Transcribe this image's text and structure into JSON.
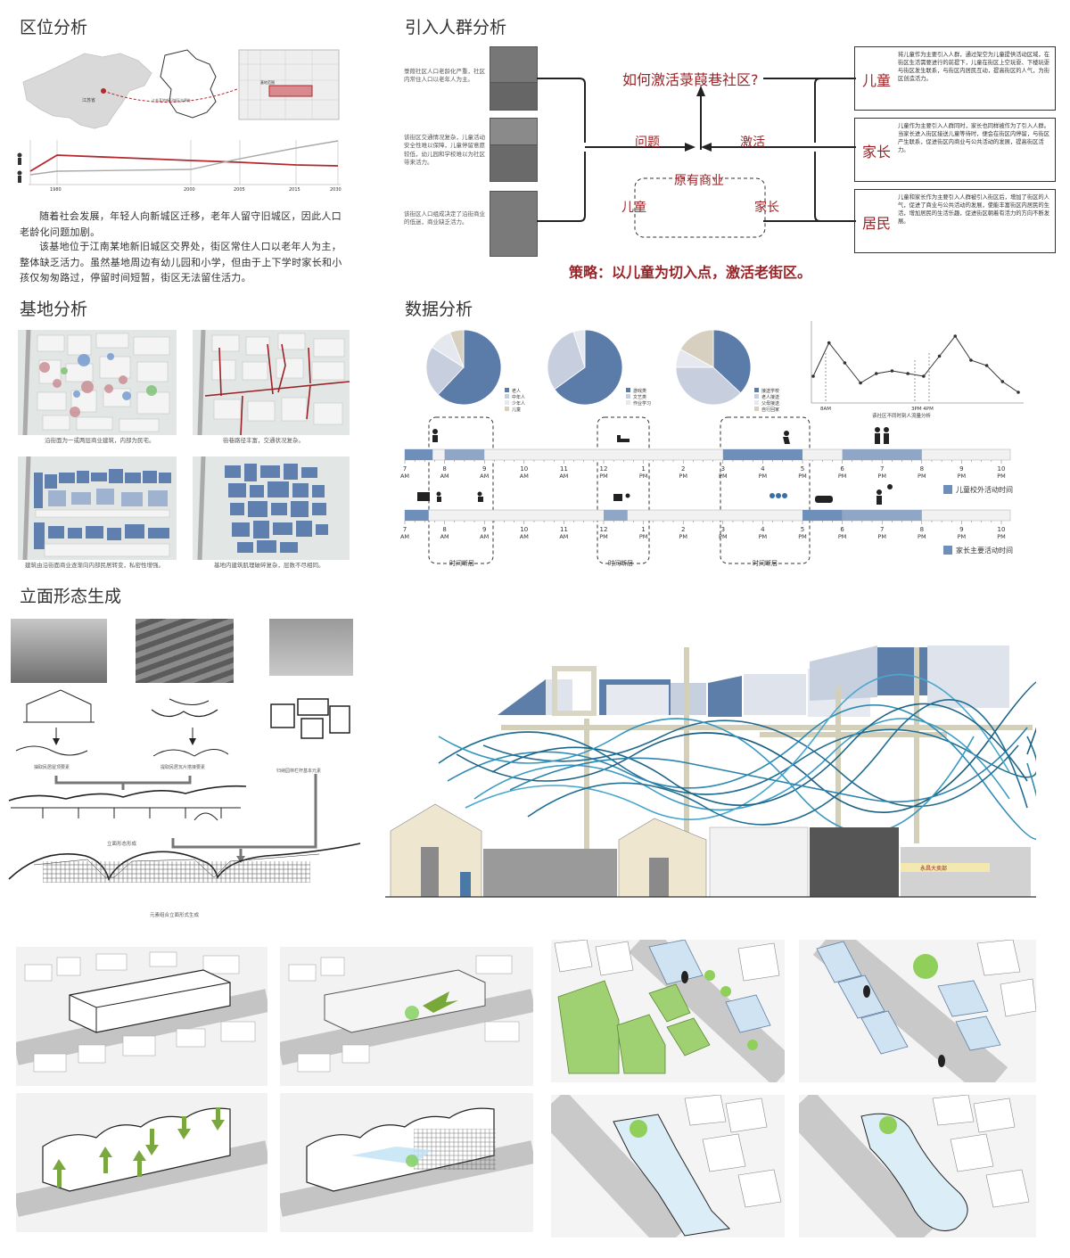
{
  "sections": {
    "location": "区位分析",
    "crowd": "引入人群分析",
    "site": "基地分析",
    "data": "数据分析",
    "facade": "立面形态生成"
  },
  "location": {
    "map_label_jiangsu": "江苏省",
    "map_route_label": "江苏某地新旧城区交界处",
    "map_site_label": "基地范围",
    "years": [
      "1980",
      "2000",
      "2005",
      "2015",
      "2030"
    ],
    "para1": "随着社会发展，年轻人向新城区迁移，老年人留守旧城区，因此人口老龄化问题加剧。",
    "para2": "该基地位于江南某地新旧城区交界处，街区常住人口以老年人为主，整体缺乏活力。虽然基地周边有幼儿园和小学，但由于上下学时家长和小孩仅匆匆路过，停留时间短暂，街区无法留住活力。"
  },
  "crowd": {
    "left_notes": [
      "菉葭社区人口老龄化严重，社区内常住人口以老年人为主。",
      "该街区交通情况复杂，儿童活动安全性难以保障，儿童停留意愿较低，幼儿园和学校难以为社区带来活力。",
      "该街区人口组成决定了沿街商业的低迷，商业缺乏活力。"
    ],
    "question": "如何激活菉葭巷社区?",
    "problem": "问题",
    "activate": "激活",
    "commerce": "原有商业",
    "child": "儿童",
    "parent": "家长",
    "groups": [
      {
        "name": "儿童",
        "text": "将儿童作为主要引入人群，通过架空为儿童提供活动区域，在街区生活需要进行的前提下，儿童在街区上空玩耍、下楼玩耍与街区发生联系，与街区内居民互动，提高街区的人气，为街区创造活力。"
      },
      {
        "name": "家长",
        "text": "儿童作为主要引入人群同时，家长也同样被作为了引入人群。当家长进入街区接送儿童等待时，便会在街区内停留，与街区产生联系，促进街区内商业与公共活动的发展，提高街区活力。"
      },
      {
        "name": "居民",
        "text": "儿童和家长作为主要引入人群被引入街区后，增加了街区的人气，促进了商业与公共活动的发展，使能丰富街区内居民的生活，增加居民的生活乐趣，促进街区朝着有活力的方向不断发展。"
      }
    ],
    "strategy": "策略：以儿童为切入点，激活老街区。"
  },
  "site": {
    "captions": [
      "沿街面为一或两层商业建筑，内部为民宅。",
      "街巷路径丰富，交通状况复杂。",
      "建筑由沿街面商业逐渐向内部民居转变，私密性增强。",
      "基地内建筑肌理破碎复杂，层数不尽相同。"
    ]
  },
  "data": {
    "pie_legends": [
      [
        "老人",
        "中年人",
        "少年人",
        "儿童"
      ],
      [
        "游戏类",
        "文艺类",
        "作业学习"
      ],
      [
        "接送学校",
        "老人接送",
        "父母接送",
        "自行回家"
      ]
    ],
    "flow_caption": "该社区不同时刻人流量分析",
    "flow_ticks": [
      "8AM",
      "3PM 4PM"
    ],
    "time_labels": [
      {
        "n": "7",
        "p": "AM"
      },
      {
        "n": "8",
        "p": "AM"
      },
      {
        "n": "9",
        "p": "AM"
      },
      {
        "n": "10",
        "p": "AM"
      },
      {
        "n": "11",
        "p": "AM"
      },
      {
        "n": "12",
        "p": "PM"
      },
      {
        "n": "1",
        "p": "PM"
      },
      {
        "n": "2",
        "p": "PM"
      },
      {
        "n": "3",
        "p": "PM"
      },
      {
        "n": "4",
        "p": "PM"
      },
      {
        "n": "5",
        "p": "PM"
      },
      {
        "n": "6",
        "p": "PM"
      },
      {
        "n": "7",
        "p": "PM"
      },
      {
        "n": "8",
        "p": "PM"
      },
      {
        "n": "9",
        "p": "PM"
      },
      {
        "n": "10",
        "p": "PM"
      }
    ],
    "legend_child": "儿童校外活动时间",
    "legend_parent": "家长主要活动时间",
    "time_section": "时间断层"
  },
  "chart_data": [
    {
      "type": "pie",
      "labels": [
        "老人",
        "中年人",
        "少年人",
        "儿童"
      ],
      "values": [
        62,
        22,
        10,
        6
      ],
      "colors": [
        "#5b7ca8",
        "#c7cede",
        "#e6e8ef",
        "#d7cfc0"
      ]
    },
    {
      "type": "pie",
      "labels": [
        "游戏类",
        "文艺类",
        "作业学习"
      ],
      "values": [
        65,
        30,
        5
      ],
      "colors": [
        "#5b7ca8",
        "#c7cede",
        "#e6e8ef"
      ]
    },
    {
      "type": "pie",
      "labels": [
        "接送学校",
        "老人接送",
        "父母接送",
        "自行回家"
      ],
      "values": [
        37,
        38,
        8,
        17
      ],
      "colors": [
        "#5b7ca8",
        "#c7cede",
        "#e6e8ef",
        "#d7cfc0"
      ]
    },
    {
      "type": "line",
      "title": "该社区不同时刻人流量分析",
      "x": [
        0,
        1,
        2,
        3,
        4,
        5,
        6,
        7,
        8,
        9,
        10,
        11,
        12,
        13
      ],
      "y": [
        20,
        45,
        30,
        15,
        22,
        24,
        22,
        20,
        35,
        50,
        32,
        28,
        16,
        8
      ]
    }
  ],
  "facade": {
    "caption1": "抽取民居屋顶要素",
    "caption2": "提取民居瓦片搭接要素",
    "caption3": "归纳园林栏杆基本元素",
    "caption4": "立面形态形成",
    "caption5": "元素组合立面形式生成",
    "shop_sign": "永昌大卖部"
  }
}
